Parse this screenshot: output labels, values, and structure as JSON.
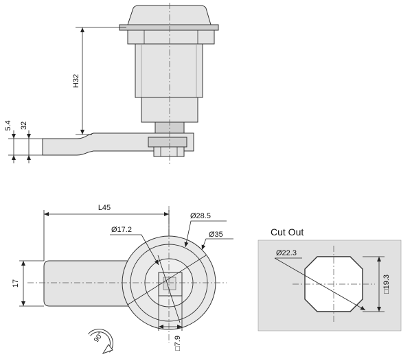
{
  "side_view": {
    "height_label": "H32",
    "thickness_label": "5.4",
    "offset_label": "32"
  },
  "front_view": {
    "length_label": "L45",
    "width_label": "17",
    "inner_dia_label": "Ø17.2",
    "mid_dia_label": "Ø28.5",
    "outer_dia_label": "Ø35",
    "square_label": "□7.9",
    "rotation_label": "90°"
  },
  "cutout": {
    "title": "Cut Out",
    "dia_label": "Ø22.3",
    "flat_label": "□19.3"
  },
  "colors": {
    "cutout_bg": "#e1e1e1",
    "part_fill": "#e4e4e4",
    "line": "#333333"
  }
}
